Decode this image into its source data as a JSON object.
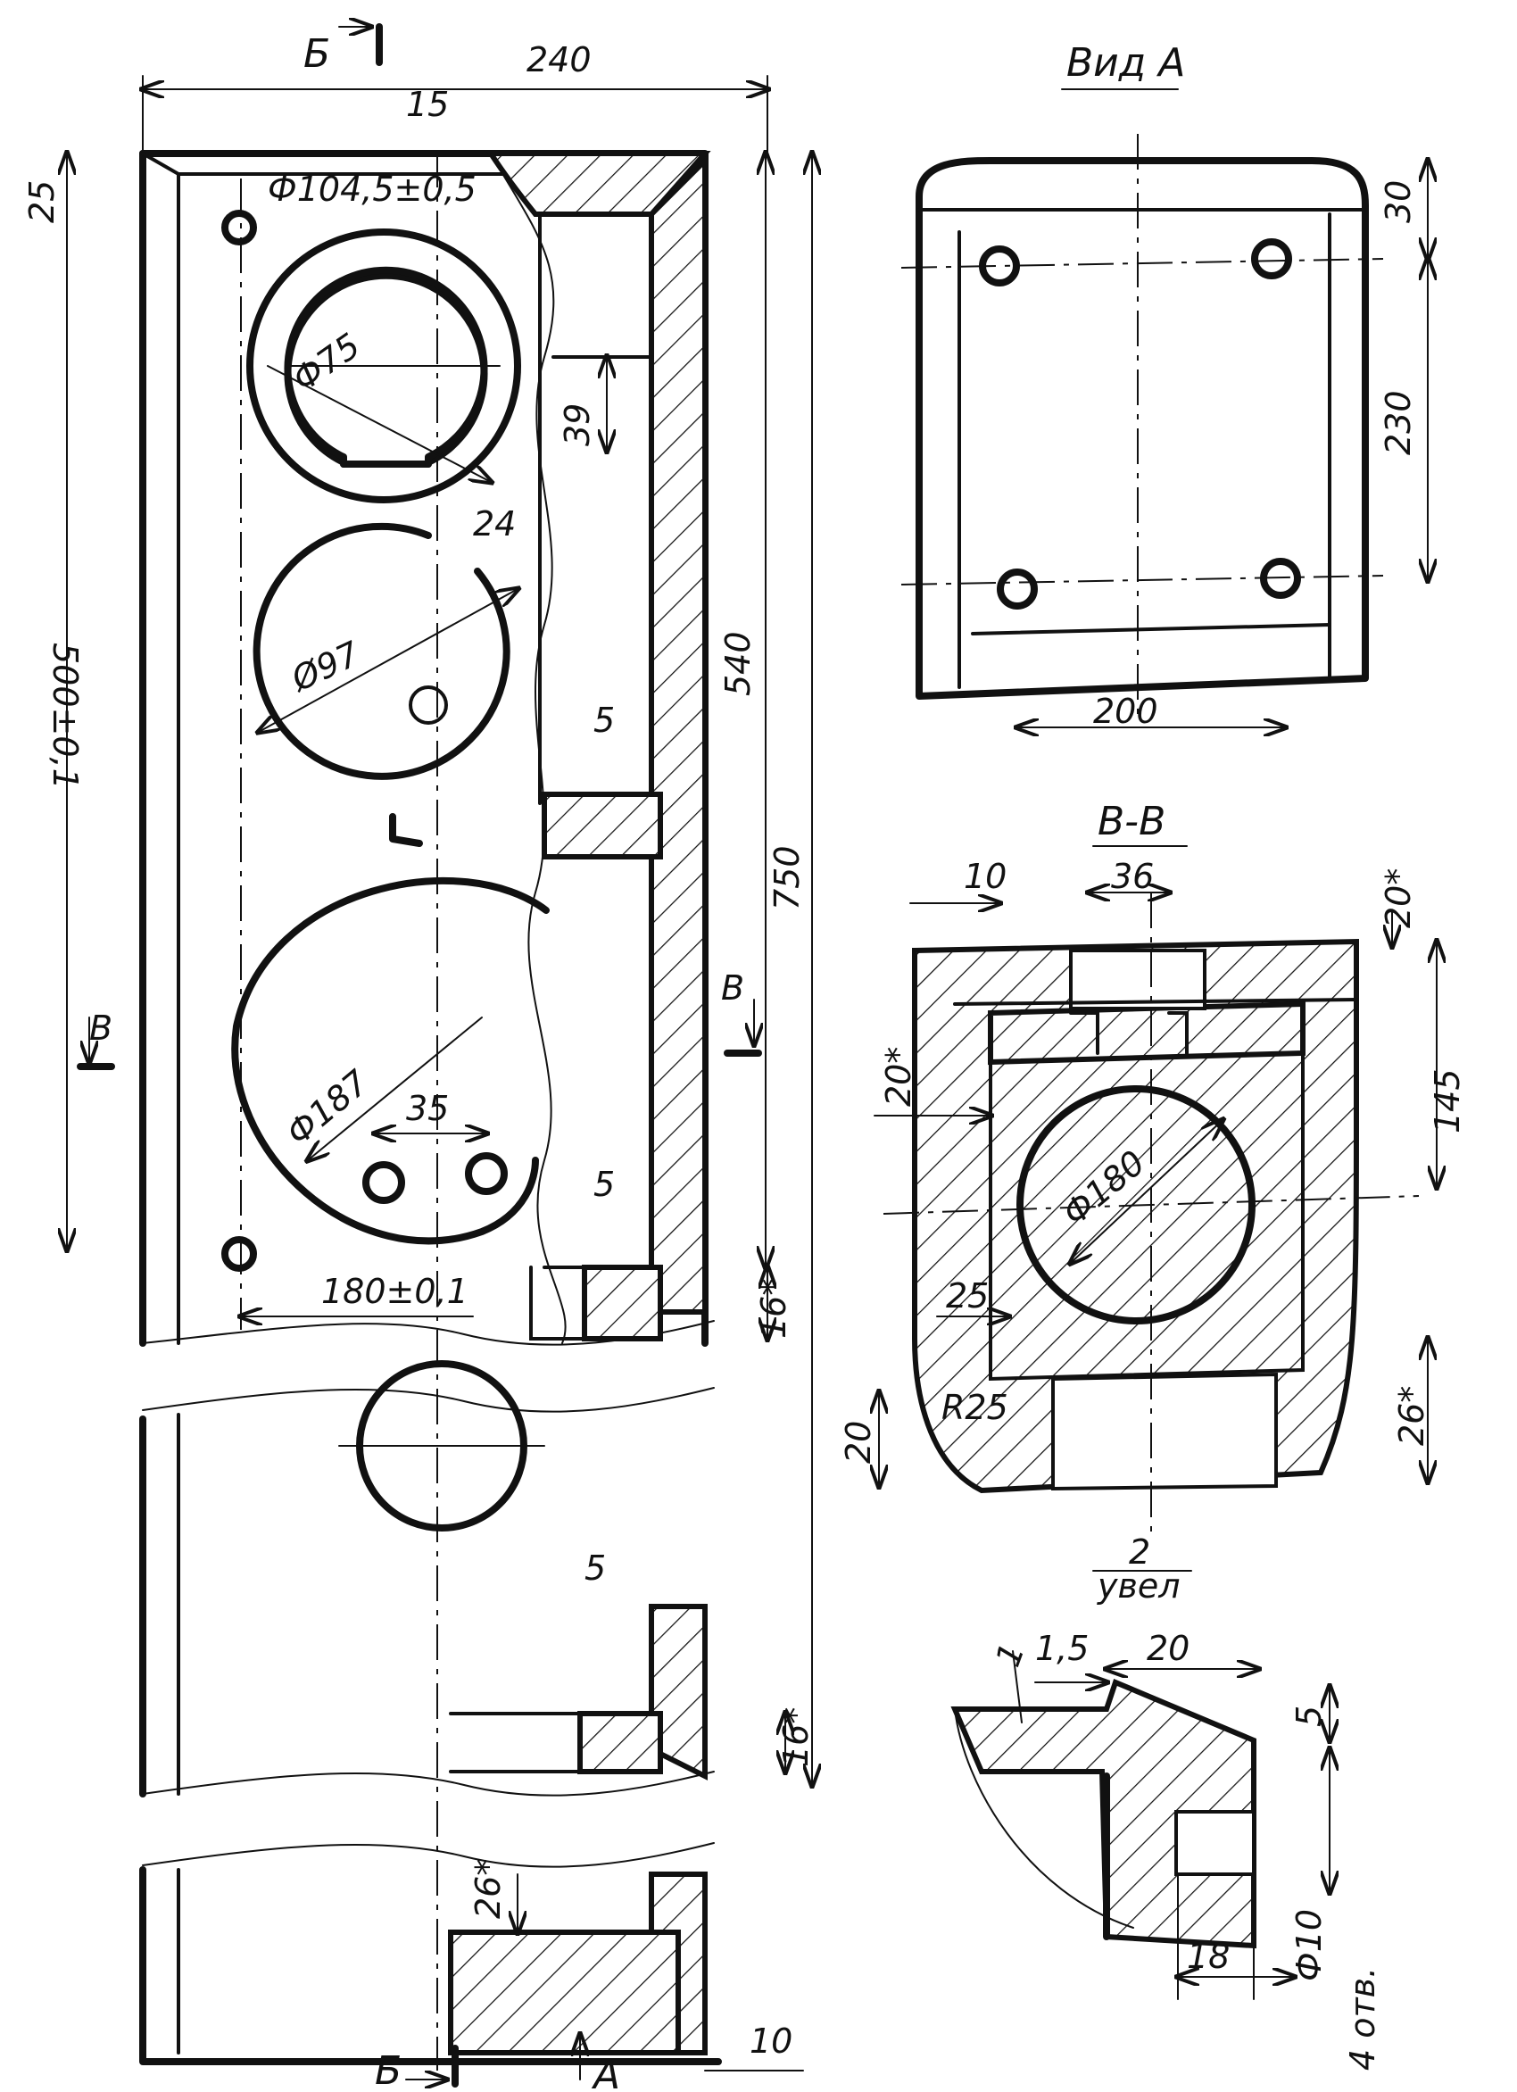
{
  "main_view": {
    "section_mark_top": "Б",
    "section_mark_bottom": "Б",
    "view_arrow": "А",
    "section_arrow_left": "В",
    "section_arrow_right": "В",
    "dims": {
      "width_total": "240",
      "offset_15": "15",
      "top_25": "25",
      "height_500": "500±0,1",
      "height_540": "540",
      "height_750": "750",
      "bore_104": "Ф104,5±0,5",
      "bore_75": "Ф75",
      "dim_39": "39",
      "dim_24": "24",
      "hole_97": "Ø97",
      "wall_5a": "5",
      "wall_5b": "5",
      "wall_5c": "5",
      "hole_187": "Ф187",
      "pitch_35": "35",
      "width_180": "180±0,1",
      "rib_16a": "16*",
      "rib_16b": "16*",
      "rib_26": "26*",
      "bottom_10": "10"
    }
  },
  "view_a": {
    "title": "Вид А",
    "dims": {
      "top_30": "30",
      "height_230": "230",
      "width_200": "200"
    }
  },
  "section_bb": {
    "title": "В-В",
    "dims": {
      "d10": "10",
      "d36": "36",
      "d20_top": "20*",
      "d145": "145",
      "d20_left": "20*",
      "bore_180": "Ф180",
      "d25": "25",
      "r25": "R25",
      "d20_bottom": "20",
      "d26": "26*"
    }
  },
  "detail": {
    "scale_num": "2",
    "scale_label": "увел",
    "dims": {
      "d1": "1",
      "d15": "1,5",
      "d20": "20",
      "d5": "5",
      "d18": "18",
      "d10": "Ф10",
      "holes": "4 отв."
    }
  }
}
